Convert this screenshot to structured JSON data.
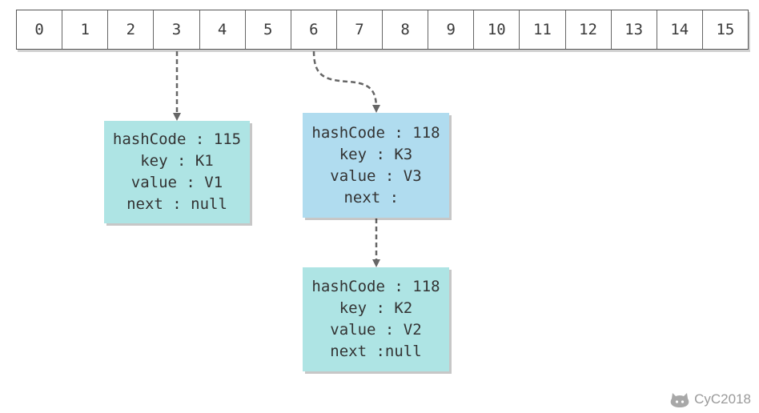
{
  "buckets": [
    "0",
    "1",
    "2",
    "3",
    "4",
    "5",
    "6",
    "7",
    "8",
    "9",
    "10",
    "11",
    "12",
    "13",
    "14",
    "15"
  ],
  "nodes": {
    "k1": {
      "hash_line": "hashCode : 115",
      "key_line": "key : K1",
      "value_line": "value : V1",
      "next_line": "next : null"
    },
    "k3": {
      "hash_line": "hashCode : 118",
      "key_line": "key : K3",
      "value_line": "value : V3",
      "next_line": "next : "
    },
    "k2": {
      "hash_line": "hashCode : 118",
      "key_line": "key : K2",
      "value_line": "value : V2",
      "next_line": "next :null"
    }
  },
  "watermark": {
    "text": "CyC2018",
    "icon": "github-octocat-icon"
  },
  "colors": {
    "node_teal": "#aee4e4",
    "node_blue": "#b0dcef",
    "arrow": "#666666"
  }
}
